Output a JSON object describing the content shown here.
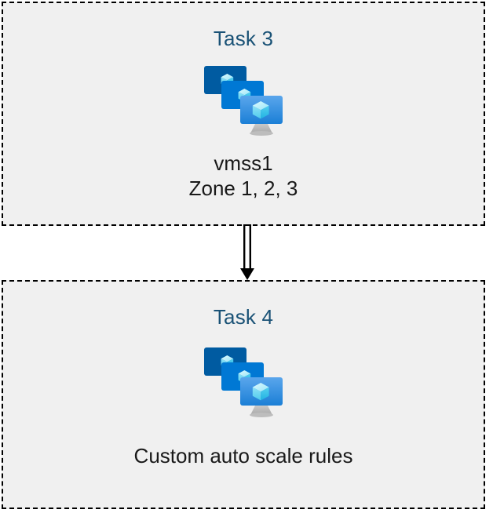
{
  "diagram": {
    "title": "Azure virtual machine scale set task flow",
    "background_color": "#ffffff",
    "box_fill_color": "#f0f0f0",
    "box_border_color": "#000000",
    "heading_color": "#1a5276",
    "body_text_color": "#191919"
  },
  "nodes": [
    {
      "id": "task3",
      "heading": "Task 3",
      "icon": "vmss-stacked-monitors-icon",
      "caption_lines": [
        "vmss1",
        "Zone 1, 2, 3"
      ]
    },
    {
      "id": "task4",
      "heading": "Task 4",
      "icon": "vmss-stacked-monitors-icon",
      "caption_lines": [
        "Custom auto scale rules"
      ]
    }
  ],
  "connector": {
    "name": "double-line-down-arrow",
    "from": "task3",
    "to": "task4",
    "style": "double-line",
    "arrowhead": "solid-triangle",
    "color": "#000000"
  },
  "icon_palette": {
    "monitor_back": "#005ba1",
    "monitor_middle": "#0078d4",
    "monitor_front_top": "#55a2ea",
    "monitor_front_bottom": "#1b7fd6",
    "cube_light": "#c3f1fb",
    "cube_mid": "#7fdcf5",
    "cube_dark": "#32bfe8",
    "stand": "#b3b3b3"
  }
}
